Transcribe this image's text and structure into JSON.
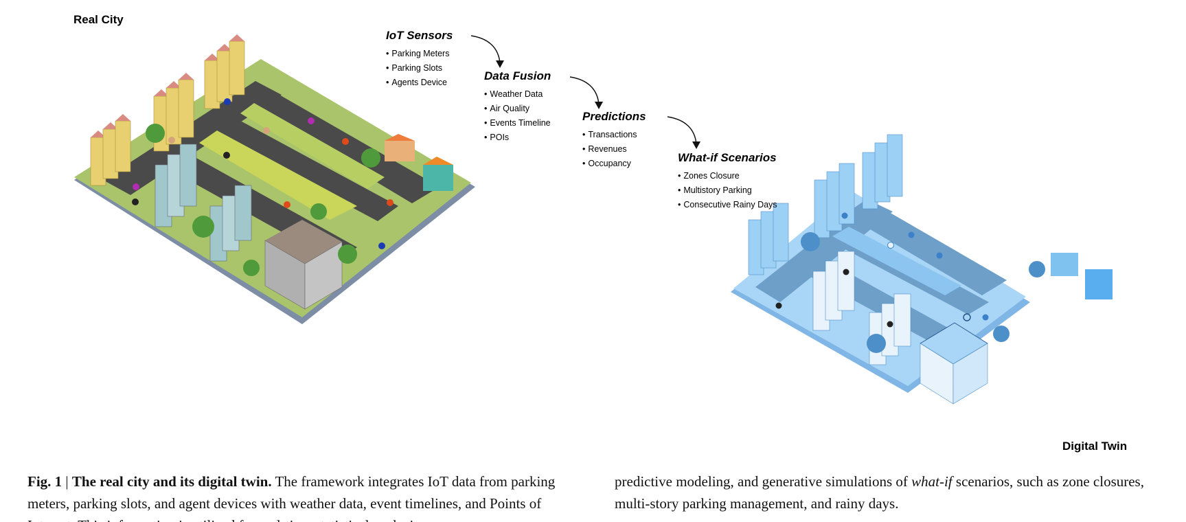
{
  "figure": {
    "panels": {
      "real_city": {
        "label": "Real City"
      },
      "digital_twin": {
        "label": "Digital Twin"
      }
    },
    "pipeline": [
      {
        "title": "IoT Sensors",
        "items": [
          "Parking Meters",
          "Parking Slots",
          "Agents Device"
        ]
      },
      {
        "title": "Data Fusion",
        "items": [
          "Weather Data",
          "Air Quality",
          "Events Timeline",
          "POIs"
        ]
      },
      {
        "title": "Predictions",
        "items": [
          "Transactions",
          "Revenues",
          "Occupancy"
        ]
      },
      {
        "title": "What-if Scenarios",
        "items": [
          "Zones Closure",
          "Multistory Parking",
          "Consecutive Rainy Days"
        ]
      }
    ],
    "colors": {
      "real_buildings": "#e8cf6f",
      "real_roofs": "#d98b82",
      "real_grass": "#b8cf5a",
      "real_road": "#4a4a4a",
      "twin_base": "#8ec9f2",
      "twin_dark": "#5a93c4",
      "twin_light": "#cfe8fb"
    }
  },
  "caption": {
    "label": "Fig. 1",
    "separator": "|",
    "title": "The real city and its digital twin.",
    "col1_text": "The framework integrates IoT data from parking meters, parking slots, and agent devices with weather data, event timelines, and Points of Interest. This information is utilized for real-time statistical analysis,",
    "col2_pre": "predictive modeling, and generative simulations of",
    "col2_em": "what-if",
    "col2_post": "scenarios, such as zone closures, multi-story parking management, and rainy days."
  }
}
